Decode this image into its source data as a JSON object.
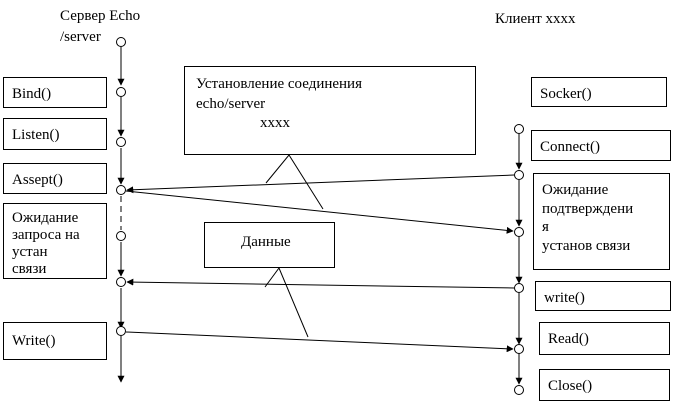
{
  "server": {
    "title_line1": "Сервер Echo",
    "title_line2": "/server",
    "steps": {
      "bind": "Bind()",
      "listen": "Listen()",
      "accept": "Assept()",
      "wait": "Ожидание\nзапроса на\nустан\nсвязи",
      "write": "Write()"
    }
  },
  "client": {
    "title": "Клиент xxxx",
    "steps": {
      "socket": "Socker()",
      "connect": "Connect()",
      "wait": "Ожидание\nподтверждени\nя\nустанов связи",
      "write": "write()",
      "read": "Read()",
      "close": "Close()"
    }
  },
  "callouts": {
    "connection_line1": "Установление соединения",
    "connection_line2": "echo/server",
    "connection_legend_target": "xxxx",
    "data": "Данные"
  }
}
